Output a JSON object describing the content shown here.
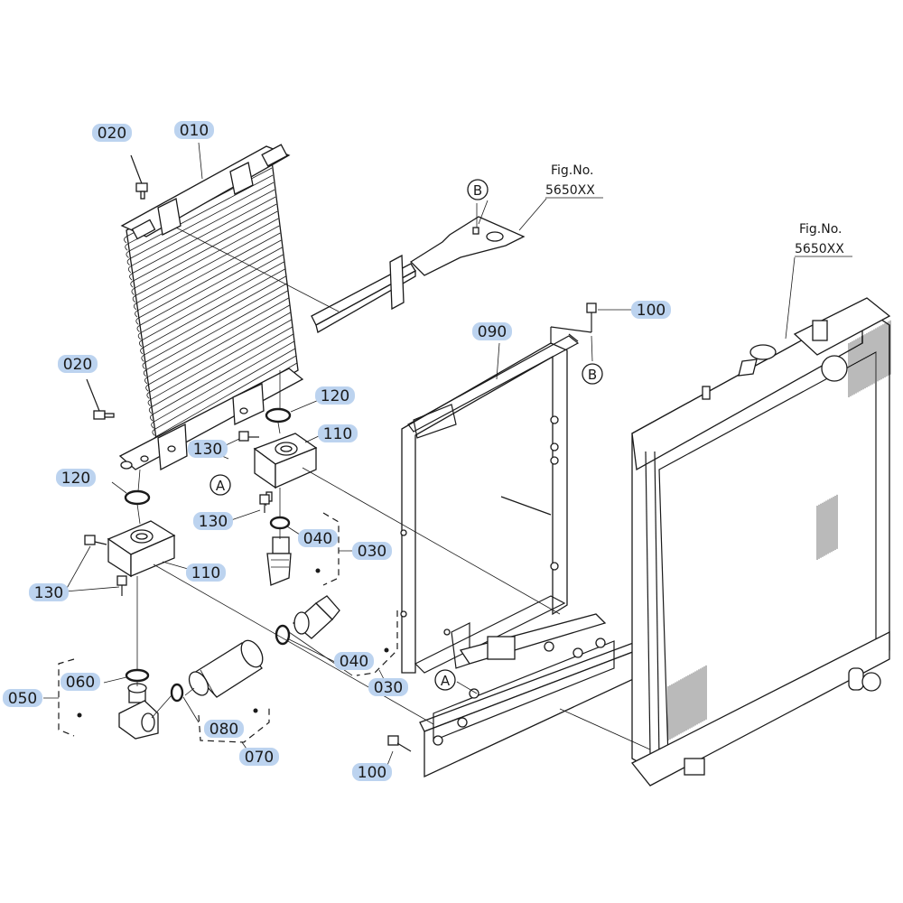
{
  "callouts": [
    {
      "id": "c010a",
      "text": "010"
    },
    {
      "id": "c020a",
      "text": "020"
    },
    {
      "id": "c020b",
      "text": "020"
    },
    {
      "id": "c120a",
      "text": "120"
    },
    {
      "id": "c110a",
      "text": "110"
    },
    {
      "id": "c130a",
      "text": "130"
    },
    {
      "id": "c120b",
      "text": "120"
    },
    {
      "id": "c130b",
      "text": "130"
    },
    {
      "id": "c040a",
      "text": "040"
    },
    {
      "id": "c030a",
      "text": "030"
    },
    {
      "id": "c110b",
      "text": "110"
    },
    {
      "id": "c130c",
      "text": "130"
    },
    {
      "id": "c040b",
      "text": "040"
    },
    {
      "id": "c030b",
      "text": "030"
    },
    {
      "id": "c060",
      "text": "060"
    },
    {
      "id": "c050",
      "text": "050"
    },
    {
      "id": "c080",
      "text": "080"
    },
    {
      "id": "c070",
      "text": "070"
    },
    {
      "id": "c090",
      "text": "090"
    },
    {
      "id": "c100a",
      "text": "100"
    },
    {
      "id": "c100b",
      "text": "100"
    }
  ],
  "refs": [
    {
      "id": "rB1",
      "text": "B"
    },
    {
      "id": "rB2",
      "text": "B"
    },
    {
      "id": "rA1",
      "text": "A"
    },
    {
      "id": "rA2",
      "text": "A"
    }
  ],
  "fig_refs": [
    {
      "id": "f1",
      "line1": "Fig.No.",
      "line2": "5650XX"
    },
    {
      "id": "f2",
      "line1": "Fig.No.",
      "line2": "5650XX"
    }
  ],
  "colors": {
    "highlight": "#bcd3ef",
    "ink": "#1a1a1a"
  }
}
